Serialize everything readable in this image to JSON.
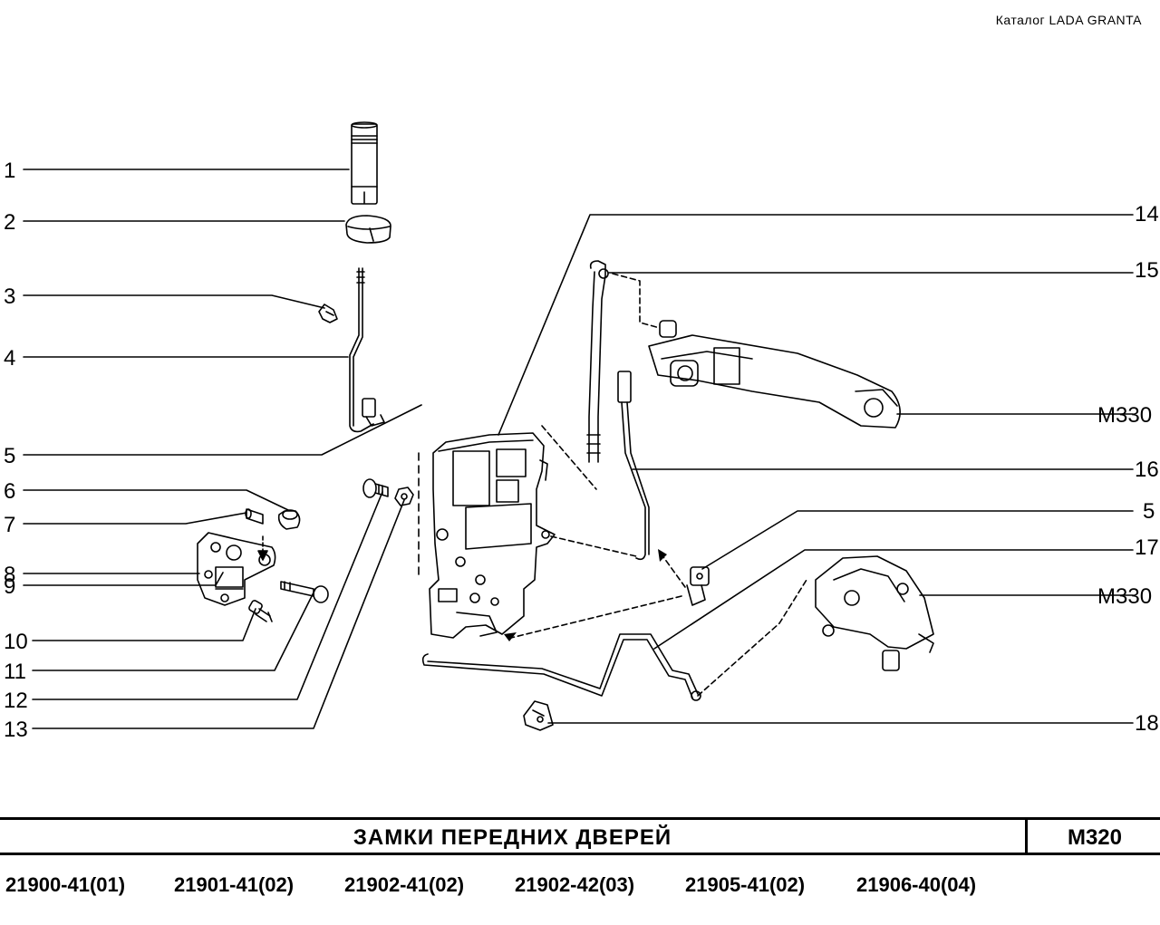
{
  "header": {
    "catalog": "Каталог  LADA  GRANTA"
  },
  "diagram": {
    "callouts": [
      {
        "id": "c1",
        "label": "1"
      },
      {
        "id": "c2",
        "label": "2"
      },
      {
        "id": "c3",
        "label": "3"
      },
      {
        "id": "c4",
        "label": "4"
      },
      {
        "id": "c5a",
        "label": "5"
      },
      {
        "id": "c6",
        "label": "6"
      },
      {
        "id": "c7",
        "label": "7"
      },
      {
        "id": "c8",
        "label": "8"
      },
      {
        "id": "c9",
        "label": "9"
      },
      {
        "id": "c10",
        "label": "10"
      },
      {
        "id": "c11",
        "label": "11"
      },
      {
        "id": "c12",
        "label": "12"
      },
      {
        "id": "c13",
        "label": "13"
      },
      {
        "id": "c14",
        "label": "14"
      },
      {
        "id": "c15",
        "label": "15"
      },
      {
        "id": "cM330a",
        "label": "M330"
      },
      {
        "id": "c16",
        "label": "16"
      },
      {
        "id": "c5b",
        "label": "5"
      },
      {
        "id": "c17",
        "label": "17"
      },
      {
        "id": "cM330b",
        "label": "M330"
      },
      {
        "id": "c18",
        "label": "18"
      }
    ]
  },
  "footer": {
    "title": "ЗАМКИ   ПЕРЕДНИХ   ДВЕРЕЙ",
    "code": "M320",
    "models": [
      "21900-41(01)",
      "21901-41(02)",
      "21902-41(02)",
      "21902-42(03)",
      "21905-41(02)",
      "21906-40(04)"
    ]
  }
}
